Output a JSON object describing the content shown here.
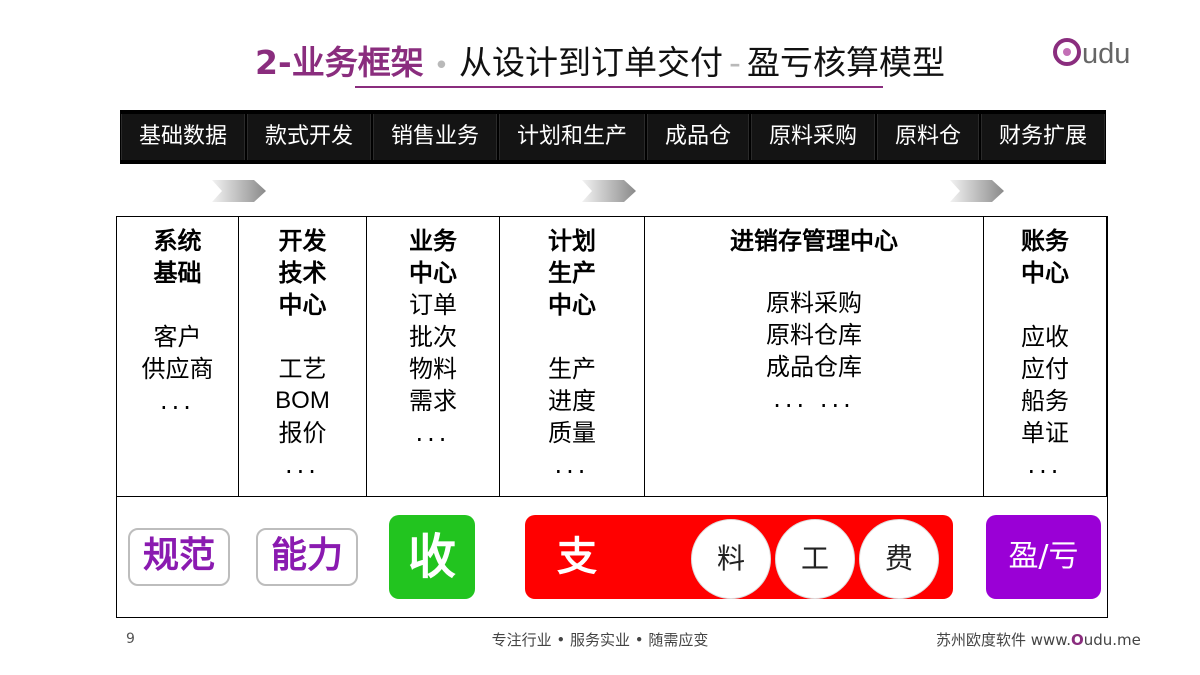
{
  "title": {
    "part1": "2-业务框架",
    "dot": "•",
    "part2": "从设计到订单交付",
    "sep": "-",
    "part3": "盈亏核算模型"
  },
  "logo": {
    "rest": "udu"
  },
  "nav": [
    "基础数据",
    "款式开发",
    "销售业务",
    "计划和生产",
    "成品仓",
    "原料采购",
    "原料仓",
    "财务扩展"
  ],
  "columns": [
    {
      "head": [
        "系统",
        "基础"
      ],
      "items": [
        "客户",
        "供应商",
        "..."
      ]
    },
    {
      "head": [
        "开发",
        "技术",
        "中心"
      ],
      "items": [
        "工艺",
        "BOM",
        "报价",
        "..."
      ]
    },
    {
      "head": [
        "业务",
        "中心"
      ],
      "items": [
        "订单",
        "批次",
        "物料",
        "需求",
        "..."
      ]
    },
    {
      "head": [
        "计划",
        "生产",
        "中心"
      ],
      "items": [
        "生产",
        "进度",
        "质量",
        "..."
      ]
    },
    {
      "head": [
        "进销存管理中心"
      ],
      "items": [
        "原料采购",
        "原料仓库",
        "成品仓库",
        "... ..."
      ]
    },
    {
      "head": [
        "账务",
        "中心"
      ],
      "items": [
        "应收",
        "应付",
        "船务",
        "单证",
        "..."
      ]
    }
  ],
  "badges": {
    "spec": "规范",
    "ability": "能力",
    "receive": "收",
    "pay": "支",
    "pay_items": [
      "料",
      "工",
      "费"
    ],
    "profit_loss": "盈/亏"
  },
  "colors": {
    "title_accent": "#8a2d7e",
    "receive_bg": "#22c41f",
    "pay_bg": "#ff0000",
    "pl_bg": "#9a00d6",
    "outline_text": "#8a1ab0"
  },
  "footer": {
    "page": "9",
    "slogan": "专注行业 • 服务实业 • 随需应变",
    "company_prefix": "苏州欧度软件 www.",
    "company_o": "O",
    "company_suffix": "udu.me"
  }
}
